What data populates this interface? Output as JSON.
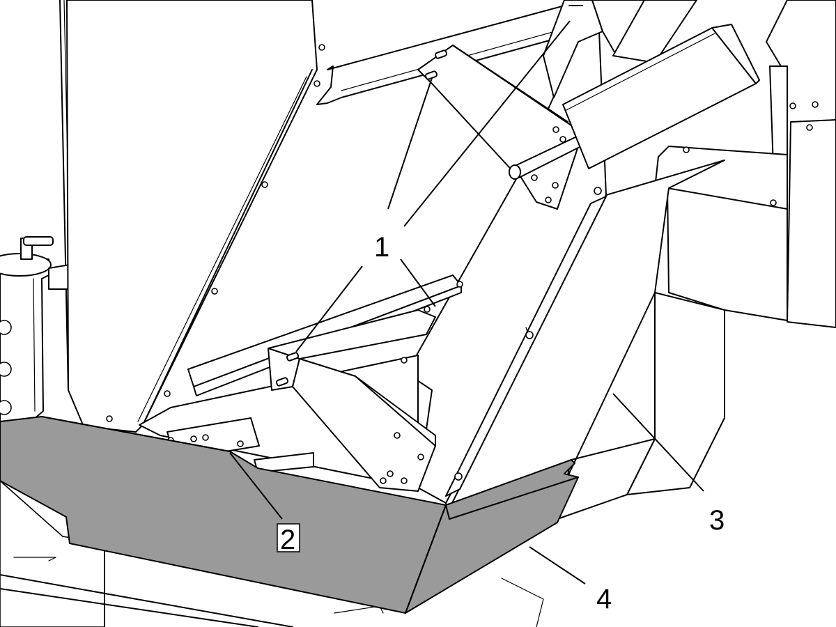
{
  "colors": {
    "line": "#000000",
    "background": "#ffffff",
    "tray_gray": "#9a9a9a"
  },
  "callouts": [
    {
      "id": "1",
      "label": "1"
    },
    {
      "id": "2",
      "label": "2"
    },
    {
      "id": "3",
      "label": "3"
    },
    {
      "id": "4",
      "label": "4"
    }
  ]
}
